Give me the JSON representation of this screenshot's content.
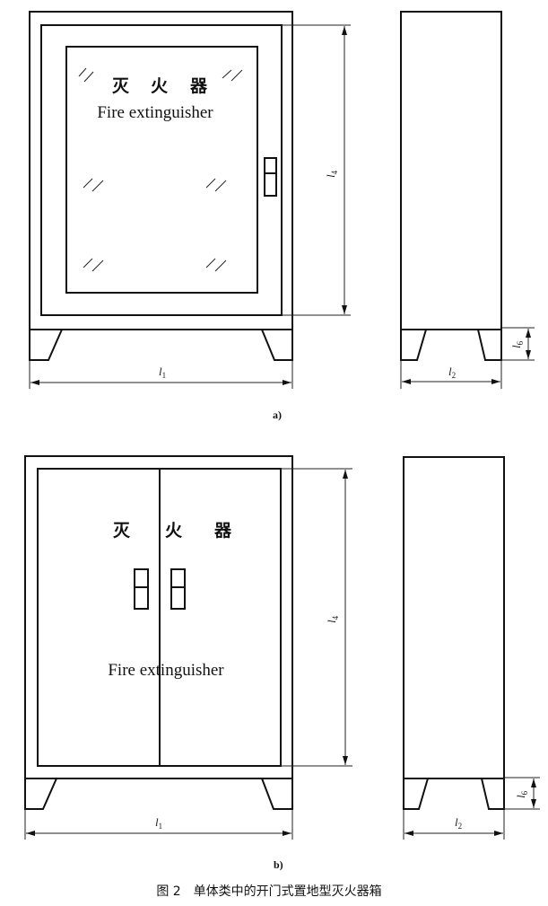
{
  "figure_a": {
    "label": "a)",
    "sign_cn": [
      "灭",
      "火",
      "器"
    ],
    "sign_en": "Fire extinguisher",
    "dims": {
      "l1": {
        "base": "l",
        "sub": "1"
      },
      "l4": {
        "base": "l",
        "sub": "4"
      },
      "l2": {
        "base": "l",
        "sub": "2"
      },
      "l6": {
        "base": "l",
        "sub": "6"
      }
    }
  },
  "figure_b": {
    "label": "b)",
    "sign_cn": [
      "灭",
      "火",
      "器"
    ],
    "sign_en": "Fire extinguisher",
    "dims": {
      "l1": {
        "base": "l",
        "sub": "1"
      },
      "l4": {
        "base": "l",
        "sub": "4"
      },
      "l2": {
        "base": "l",
        "sub": "2"
      },
      "l6": {
        "base": "l",
        "sub": "6"
      }
    }
  },
  "caption": "图 2　单体类中的开门式置地型灭火器箱"
}
